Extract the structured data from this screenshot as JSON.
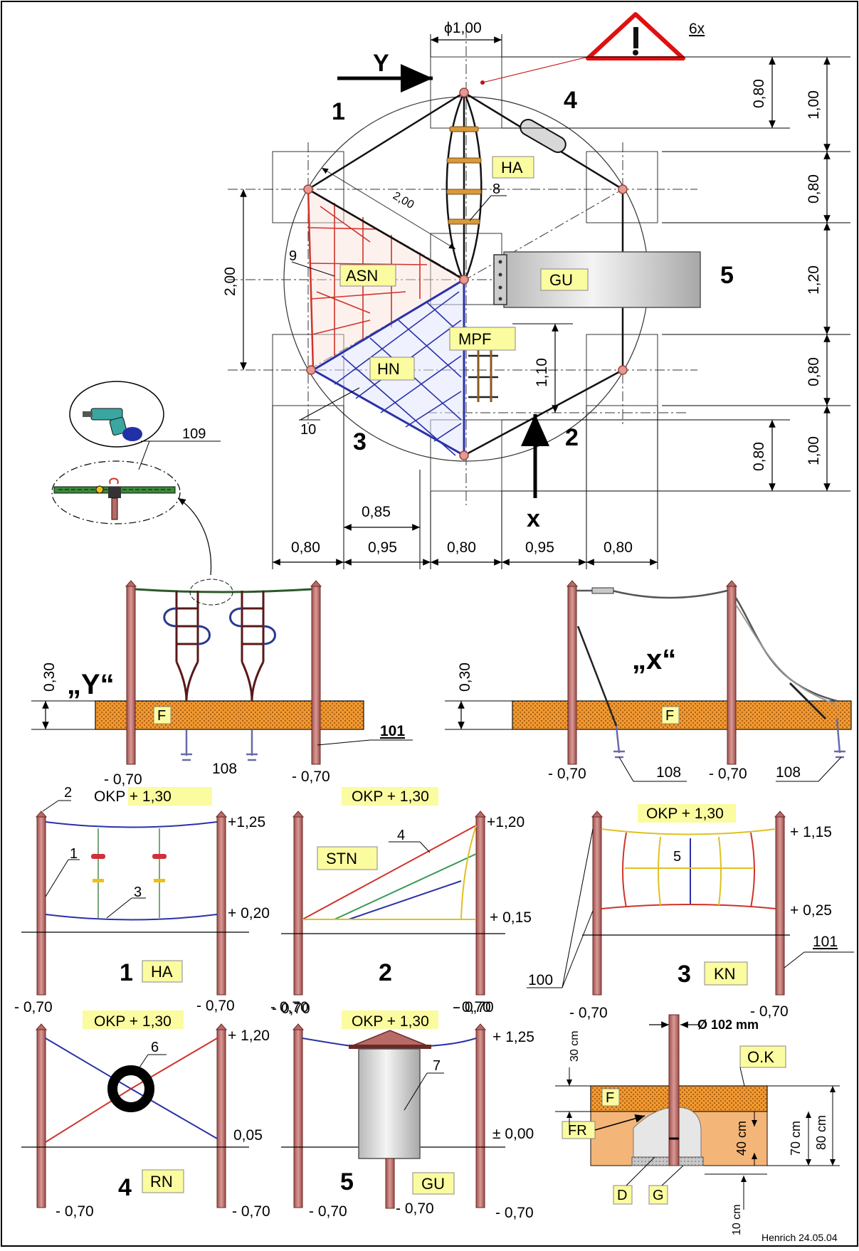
{
  "dimensions": {
    "diameter": "ϕ1,00",
    "warning_count": "6x",
    "right": [
      "0,80",
      "1,00",
      "0,80",
      "1,20",
      "0,80",
      "1,10",
      "0,80",
      "1,00"
    ],
    "left_vertical": "2,00",
    "diagonal": "2,00",
    "bottom_top": "0,85",
    "bottom_row": [
      "0,80",
      "0,95",
      "0,80",
      "0,95",
      "0,80"
    ]
  },
  "plan": {
    "view_markers": {
      "y": "Y",
      "x": "x"
    },
    "corner_numbers": [
      "1",
      "4",
      "5",
      "3",
      "2"
    ],
    "tags": {
      "ha": "HA",
      "asn": "ASN",
      "gu": "GU",
      "mpf": "MPF",
      "hn": "HN"
    },
    "callouts": {
      "n8": "8",
      "n9": "9",
      "n10": "10"
    }
  },
  "detail": {
    "label": "109"
  },
  "elevation_y": {
    "title": "„Y“",
    "height": "0,30",
    "f": "F",
    "depth_left": "- 0,70",
    "depth_right": "- 0,70",
    "callout_108": "108",
    "callout_101": "101"
  },
  "elevation_x": {
    "title": "„x“",
    "height": "0,30",
    "f": "F",
    "depth_left": "- 0,70",
    "depth_mid": "- 0,70",
    "callout_108a": "108",
    "callout_108b": "108"
  },
  "sections": {
    "okp": "OKP + 1,30",
    "s1": {
      "num": "1",
      "tag": "HA",
      "top": "+1,25",
      "bottom": "+ 0,20",
      "depth_l": "- 0,70",
      "depth_r": "- 0,70",
      "c1": "1",
      "c2": "2",
      "c3": "3"
    },
    "s2": {
      "num": "2",
      "tag": "STN",
      "top": "+1,20",
      "bottom": "+ 0,15",
      "depth_l": "- 0,70",
      "depth_r": "- 0,70",
      "c4": "4"
    },
    "s3": {
      "num": "3",
      "tag": "KN",
      "top": "+ 1,15",
      "bottom": "+ 0,25",
      "depth_l": "- 0,70",
      "depth_r": "- 0,70",
      "c5": "5",
      "c100": "100",
      "c101": "101"
    },
    "s4": {
      "num": "4",
      "tag": "RN",
      "top": "+ 1,20",
      "mid": "0,05",
      "depth_l": "- 0,70",
      "depth_r": "- 0,70",
      "c6": "6"
    },
    "s5": {
      "num": "5",
      "tag": "GU",
      "top": "+ 1,25",
      "mid": "± 0,00",
      "depth_l": "- 0,70",
      "depth_r": "- 0,70",
      "c7": "7"
    },
    "foundation": {
      "diameter": "Ø 102 mm",
      "ok": "O.K",
      "f": "F",
      "fr": "FR",
      "d": "D",
      "g": "G",
      "h30": "30 cm",
      "h70": "70 cm",
      "h80": "80 cm",
      "h40": "40 cm",
      "h10": "10 cm"
    }
  },
  "footer": {
    "signature": "Henrich 24.05.04"
  },
  "colors": {
    "post": "#b86a66",
    "ground": "#f09830",
    "tag_fill": "#fbfba0",
    "red_net": "#d0332a",
    "blue_net": "#2a32a8",
    "warning": "#e01010"
  }
}
